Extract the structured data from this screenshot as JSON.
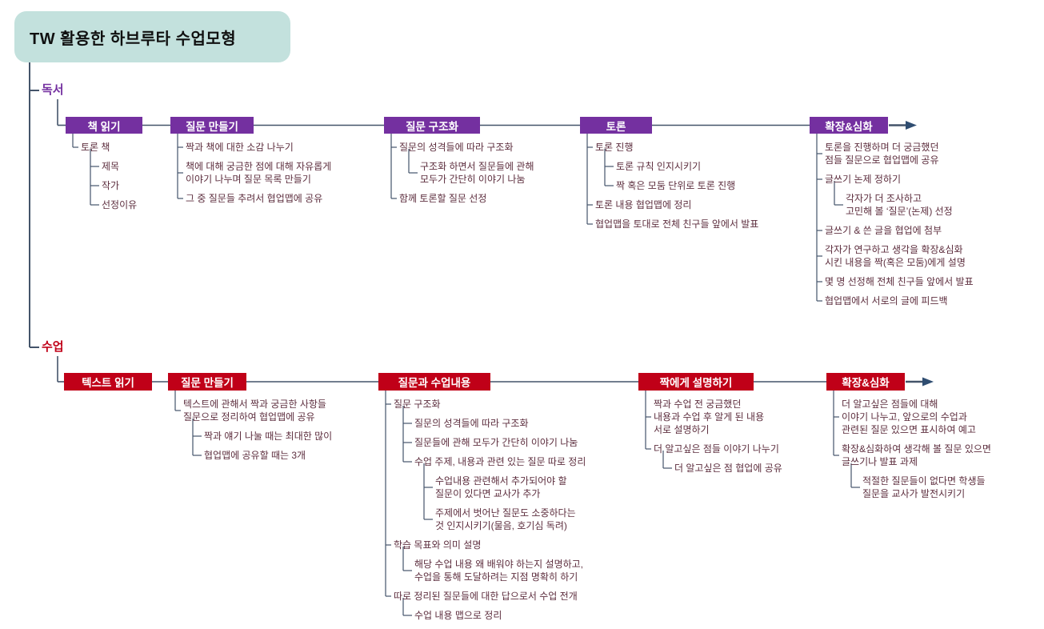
{
  "title": "TW 활용한 하브루타 수업모형",
  "colors": {
    "title_bg": "#C3E1DD",
    "branch1_accent": "#7430A0",
    "branch2_accent": "#C00018",
    "connector_line": "#44546A",
    "leaf_text": "#5D2E3E",
    "arrow": "#2F4D71",
    "box_text": "#FFFFFF"
  },
  "branches": [
    {
      "label": "독서",
      "color_key": "branch1_accent",
      "stages": [
        {
          "label": "책 읽기",
          "children": [
            {
              "text": "토론 책",
              "children": [
                {
                  "text": "제목"
                },
                {
                  "text": "작가"
                },
                {
                  "text": "선정이유"
                }
              ]
            }
          ]
        },
        {
          "label": "질문 만들기",
          "children": [
            {
              "text": "짝과 책에 대한 소감 나누기"
            },
            {
              "text": "책에 대해 궁금한 점에 대해 자유롭게\n이야기 나누며 질문 목록 만들기"
            },
            {
              "text": "그 중 질문들 추려서 협업맵에 공유"
            }
          ]
        },
        {
          "label": "질문 구조화",
          "children": [
            {
              "text": "질문의 성격들에 따라 구조화",
              "children": [
                {
                  "text": "구조화 하면서 질문들에 관해\n모두가 간단히 이야기 나눔"
                }
              ]
            },
            {
              "text": "함께 토론할 질문 선정"
            }
          ]
        },
        {
          "label": "토론",
          "children": [
            {
              "text": "토론 진행",
              "children": [
                {
                  "text": "토론 규칙 인지시키기"
                },
                {
                  "text": "짝 혹은 모둠 단위로 토론 진행"
                }
              ]
            },
            {
              "text": "토론 내용 협업맵에 정리"
            },
            {
              "text": "협업맵을 토대로 전체 친구들 앞에서 발표"
            }
          ]
        },
        {
          "label": "확장&심화",
          "arrow": true,
          "children": [
            {
              "text": "토론을 진행하며 더 궁금했던\n점들 질문으로 협업맵에 공유"
            },
            {
              "text": "글쓰기 논제 정하기",
              "children": [
                {
                  "text": "각자가 더 조사하고\n고민해 볼 ‘질문’(논제) 선정"
                }
              ]
            },
            {
              "text": "글쓰기 & 쓴 글을 협업에 첨부"
            },
            {
              "text": "각자가 연구하고 생각을 확장&심화\n시킨 내용을 짝(혹은 모둠)에게 설명"
            },
            {
              "text": "몇 명 선정해 전체 친구들 앞에서 발표"
            },
            {
              "text": "협업맵에서 서로의 글에 피드백"
            }
          ]
        }
      ]
    },
    {
      "label": "수업",
      "color_key": "branch2_accent",
      "stages": [
        {
          "label": "텍스트 읽기",
          "children": []
        },
        {
          "label": "질문 만들기",
          "children": [
            {
              "text": "텍스트에 관해서 짝과 궁금한 사항들\n질문으로 정리하여 협업맵에 공유",
              "children": [
                {
                  "text": "짝과 얘기 나눌 때는 최대한 많이"
                },
                {
                  "text": "협업맵에 공유할 때는 3개"
                }
              ]
            }
          ]
        },
        {
          "label": "질문과 수업내용",
          "children": [
            {
              "text": "질문 구조화",
              "children": [
                {
                  "text": "질문의 성격들에 따라 구조화"
                },
                {
                  "text": "질문들에 관해 모두가 간단히 이야기 나눔"
                },
                {
                  "text": "수업 주제, 내용과 관련 있는 질문 따로 정리",
                  "children": [
                    {
                      "text": "수업내용 관련해서 추가되어야 할\n질문이 있다면 교사가 추가"
                    },
                    {
                      "text": "주제에서 벗어난 질문도 소중하다는\n것 인지시키기(물음, 호기심 독려)"
                    }
                  ]
                }
              ]
            },
            {
              "text": "학습 목표와 의미 설명",
              "children": [
                {
                  "text": "해당 수업 내용 왜 배워야 하는지 설명하고,\n수업을 통해 도달하려는 지점 명확히 하기"
                }
              ]
            },
            {
              "text": "따로 정리된 질문들에 대한 답으로서 수업 전개",
              "children": [
                {
                  "text": "수업 내용 맵으로 정리"
                }
              ]
            }
          ]
        },
        {
          "label": "짝에게 설명하기",
          "children": [
            {
              "text": "짝과 수업 전 궁금했던\n내용과 수업 후 알게 된 내용\n서로 설명하기"
            },
            {
              "text": "더 알고싶은 점들 이야기 나누기",
              "children": [
                {
                  "text": "더 알고싶은 점 협업에 공유"
                }
              ]
            }
          ]
        },
        {
          "label": "확장&심화",
          "arrow": true,
          "children": [
            {
              "text": "더 알고싶은 점들에 대해\n이야기 나누고, 앞으로의 수업과\n관련된 질문 있으면 표시하여 예고"
            },
            {
              "text": "확장&심화하여 생각해 볼 질문 있으면\n글쓰기나 발표 과제",
              "children": [
                {
                  "text": "적절한 질문들이 없다면 학생들\n질문을 교사가 발전시키기"
                }
              ]
            }
          ]
        }
      ]
    }
  ]
}
